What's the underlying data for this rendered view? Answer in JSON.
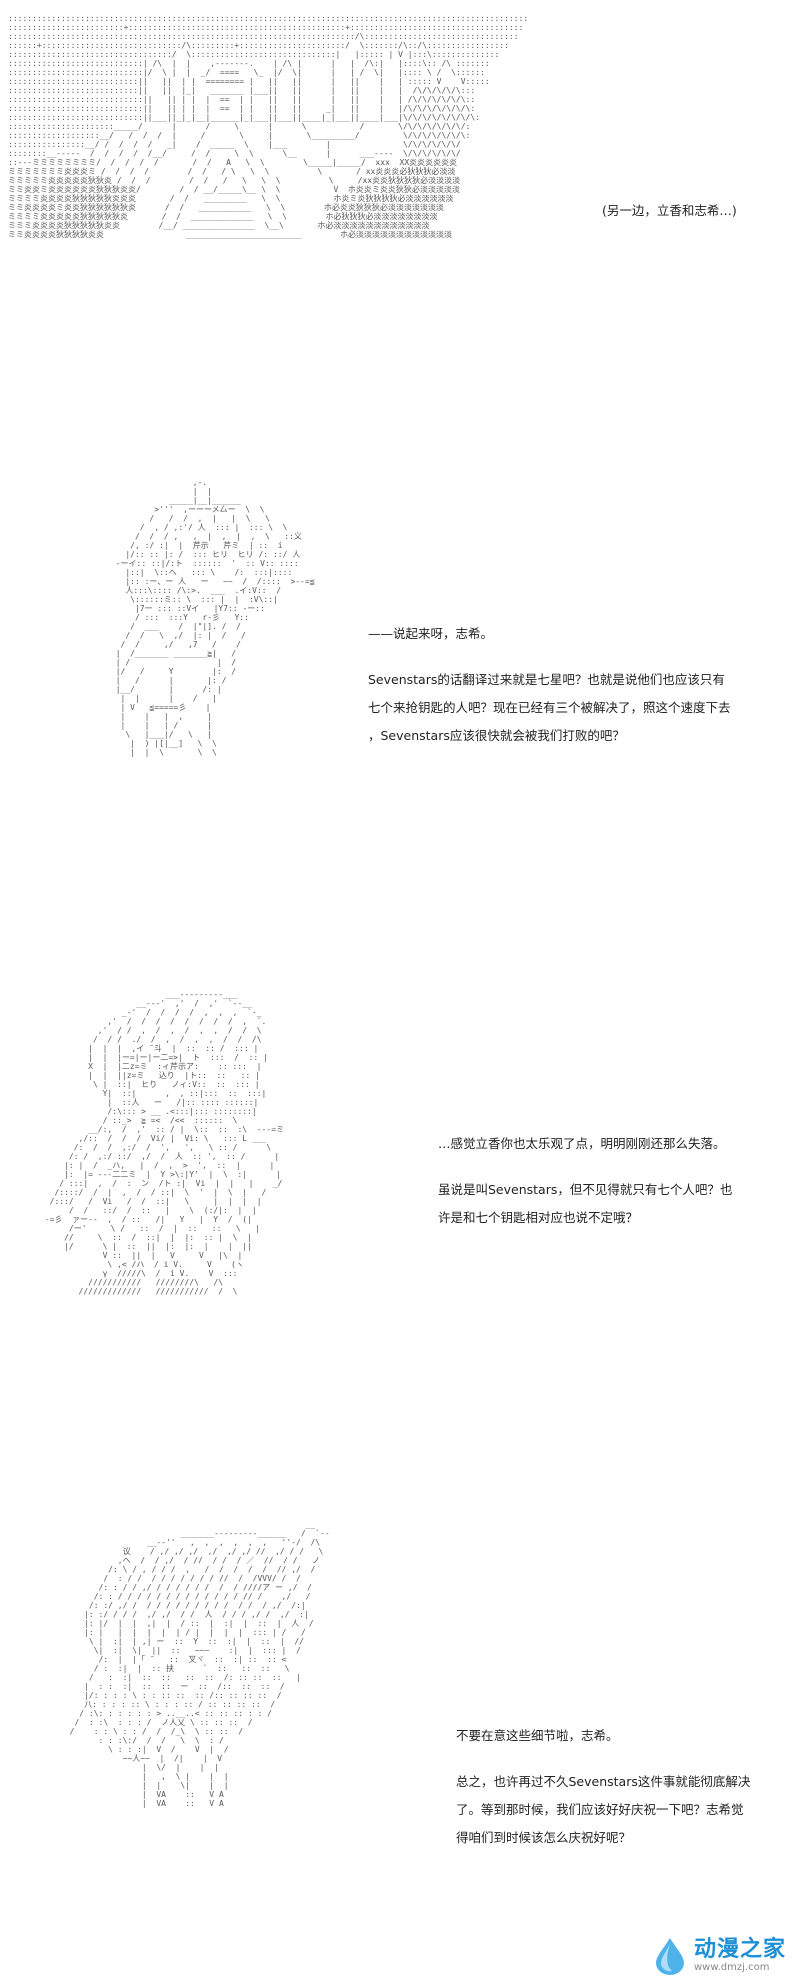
{
  "panels": [
    {
      "id": "castle",
      "caption": "(另一边，立香和志希…)",
      "lines": []
    },
    {
      "id": "girl-1",
      "lines": [
        "——说起来呀，志希。",
        "",
        "Sevenstars的话翻译过来就是七星吧？也就是说他们也应该只有",
        "七个来抢钥匙的人吧？现在已经有三个被解决了，照这个速度下去",
        "，Sevenstars应该很快就会被我们打败的吧？"
      ]
    },
    {
      "id": "girl-2",
      "lines": [
        "…感觉立香你也太乐观了点，明明刚刚还那么失落。",
        "",
        "虽说是叫Sevenstars，但不见得就只有七个人吧？也",
        "许是和七个钥匙相对应也说不定哦？"
      ]
    },
    {
      "id": "girl-3",
      "lines": [
        "不要在意这些细节啦，志希。",
        "",
        "总之，也许再过不久Sevenstars这件事就能彻底解决",
        "了。等到那时候，我们应该好好庆祝一下吧？志希觉",
        "得咱们到时候该怎么庆祝好呢？"
      ]
    }
  ],
  "watermark": {
    "name": "动漫之家",
    "url": "www.dmzj.com",
    "icon": "droplet-logo-icon"
  },
  "colors": {
    "art": "#555555",
    "text": "#222222",
    "brand": "#1d8fd6"
  }
}
